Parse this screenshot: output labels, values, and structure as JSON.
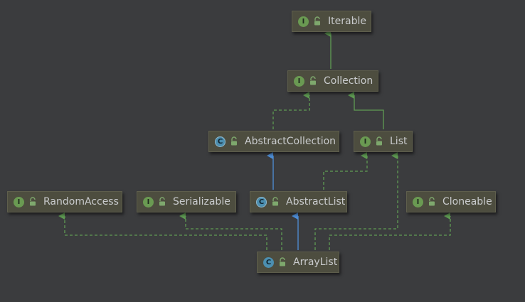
{
  "colors": {
    "background": "#3b3c3e",
    "node_fill": "#4d4d3f",
    "interface_badge": "#6a9a52",
    "class_badge": "#4c8fb0",
    "implements_edge": "#5f9b53",
    "extends_edge": "#4f8fd8"
  },
  "nodes": {
    "iterable": {
      "label": "Iterable",
      "badge": "I",
      "kind": "interface"
    },
    "collection": {
      "label": "Collection",
      "badge": "I",
      "kind": "interface"
    },
    "abstract_collection": {
      "label": "AbstractCollection",
      "badge": "C",
      "kind": "abstract-class"
    },
    "list": {
      "label": "List",
      "badge": "I",
      "kind": "interface"
    },
    "random_access": {
      "label": "RandomAccess",
      "badge": "I",
      "kind": "interface"
    },
    "serializable": {
      "label": "Serializable",
      "badge": "I",
      "kind": "interface"
    },
    "abstract_list": {
      "label": "AbstractList",
      "badge": "C",
      "kind": "abstract-class"
    },
    "cloneable": {
      "label": "Cloneable",
      "badge": "I",
      "kind": "interface"
    },
    "array_list": {
      "label": "ArrayList",
      "badge": "C",
      "kind": "class"
    }
  },
  "edges": [
    {
      "from": "collection",
      "to": "iterable",
      "type": "extends-interface"
    },
    {
      "from": "abstract_collection",
      "to": "collection",
      "type": "implements"
    },
    {
      "from": "list",
      "to": "collection",
      "type": "extends-interface"
    },
    {
      "from": "abstract_list",
      "to": "abstract_collection",
      "type": "extends-class"
    },
    {
      "from": "abstract_list",
      "to": "list",
      "type": "implements"
    },
    {
      "from": "array_list",
      "to": "abstract_list",
      "type": "extends-class"
    },
    {
      "from": "array_list",
      "to": "random_access",
      "type": "implements"
    },
    {
      "from": "array_list",
      "to": "serializable",
      "type": "implements"
    },
    {
      "from": "array_list",
      "to": "cloneable",
      "type": "implements"
    },
    {
      "from": "array_list",
      "to": "list",
      "type": "implements"
    }
  ]
}
